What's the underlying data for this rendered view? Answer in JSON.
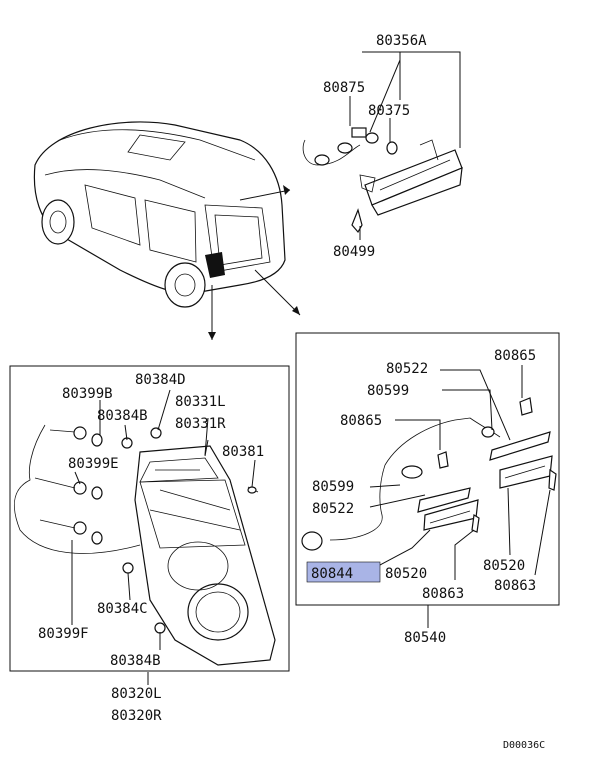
{
  "labels": {
    "p80356A": "80356A",
    "p80875": "80875",
    "p80375": "80375",
    "p80499": "80499",
    "p80384D": "80384D",
    "p80399B": "80399B",
    "p80384B": "80384B",
    "p80331L": "80331L",
    "p80331R": "80331R",
    "p80381": "80381",
    "p80399E": "80399E",
    "p80384C": "80384C",
    "p80399F": "80399F",
    "p80384B_2": "80384B",
    "p80320L": "80320L",
    "p80320R": "80320R",
    "p80522_top": "80522",
    "p80865_top": "80865",
    "p80599_top": "80599",
    "p80865_mid": "80865",
    "p80599_low": "80599",
    "p80522_low": "80522",
    "p80844": "80844",
    "p80520_left": "80520",
    "p80520_right": "80520",
    "p80863_left": "80863",
    "p80863_right": "80863",
    "p80540": "80540"
  },
  "diagram_code": "D00036C",
  "colors": {
    "highlight": "#a9b4e6",
    "line": "#111111"
  }
}
